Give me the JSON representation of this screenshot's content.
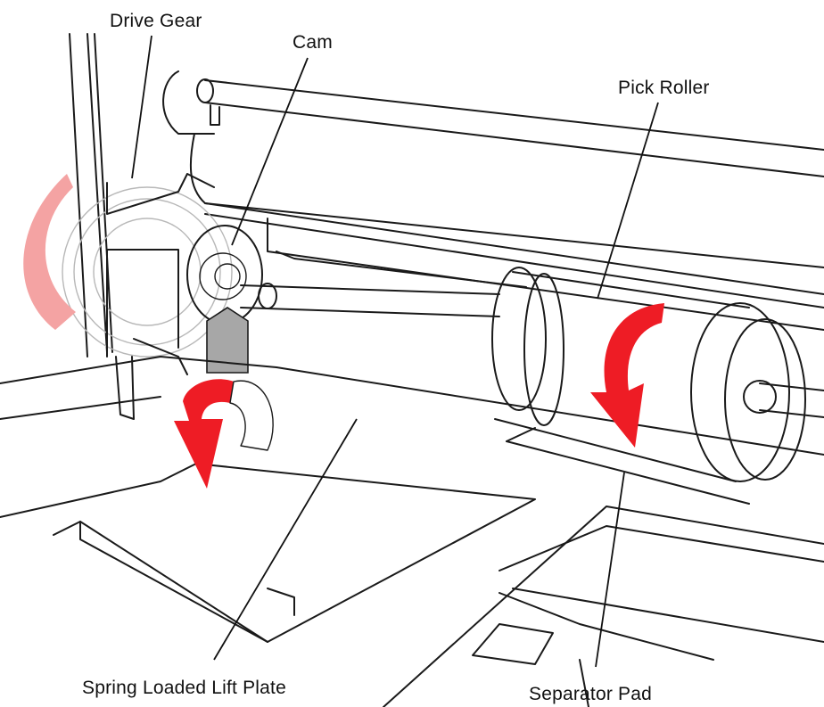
{
  "labels": {
    "drive_gear": "Drive Gear",
    "cam": "Cam",
    "pick_roller": "Pick Roller",
    "spring_loaded_lift_plate": "Spring Loaded Lift Plate",
    "separator_pad": "Separator Pad"
  },
  "colors": {
    "line": "#1a1a1a",
    "arrow_red": "#ee1c25",
    "arrow_faded": "#f4a3a3",
    "gear_ghost": "#b8b8b8",
    "cam_follower": "#a7a7a7",
    "background": "#ffffff"
  }
}
